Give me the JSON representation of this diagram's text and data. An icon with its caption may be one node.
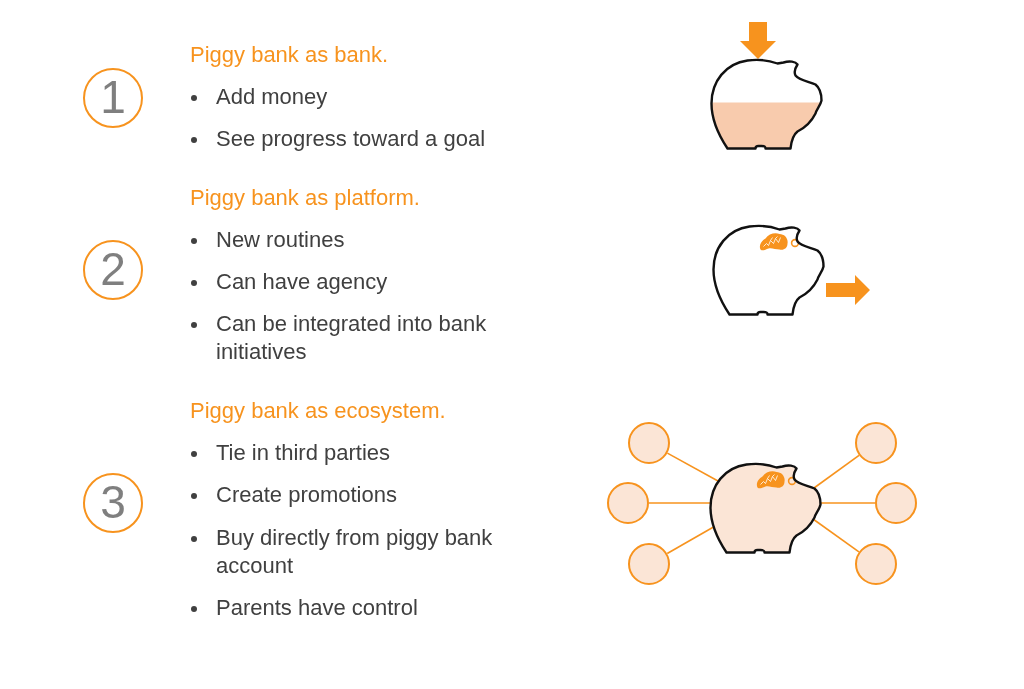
{
  "diagram": {
    "nodes": [
      {
        "text": [
          "1"
        ]
      },
      {
        "text": [
          "2"
        ]
      },
      {
        "text": [
          "3"
        ]
      },
      {
        "text": [],
        "shape": "picture"
      },
      {
        "text": [],
        "shape": "picture"
      },
      {
        "text": [],
        "shape": "picture"
      },
      {
        "text": [],
        "shape": "circle"
      },
      {
        "text": [],
        "shape": "circle"
      },
      {
        "text": [],
        "shape": "circle"
      },
      {
        "text": [],
        "shape": "circle"
      },
      {
        "text": [],
        "shape": "circle"
      },
      {
        "text": [],
        "shape": "circle"
      }
    ],
    "edges": [
      {
        "from": null,
        "to": 3,
        "arrow": "to",
        "style": "thick"
      },
      {
        "from": 5,
        "to": 6,
        "arrow": "none"
      },
      {
        "from": 5,
        "to": 7,
        "arrow": "none"
      },
      {
        "from": 5,
        "to": 8,
        "arrow": "none"
      },
      {
        "from": 5,
        "to": 9,
        "arrow": "none"
      },
      {
        "from": 5,
        "to": 10,
        "arrow": "none"
      },
      {
        "from": 5,
        "to": 11,
        "arrow": "none"
      }
    ],
    "labels": [
      "Piggy bank as bank.",
      "Add money",
      "See progress toward a goal",
      "Piggy bank as platform.",
      "New routines",
      "Can have agency",
      "Can be integrated into bank initiatives",
      "Piggy bank as ecosystem.",
      "Tie in third parties",
      "Create promotions",
      "Buy directly from piggy bank account",
      "Parents have control"
    ]
  }
}
